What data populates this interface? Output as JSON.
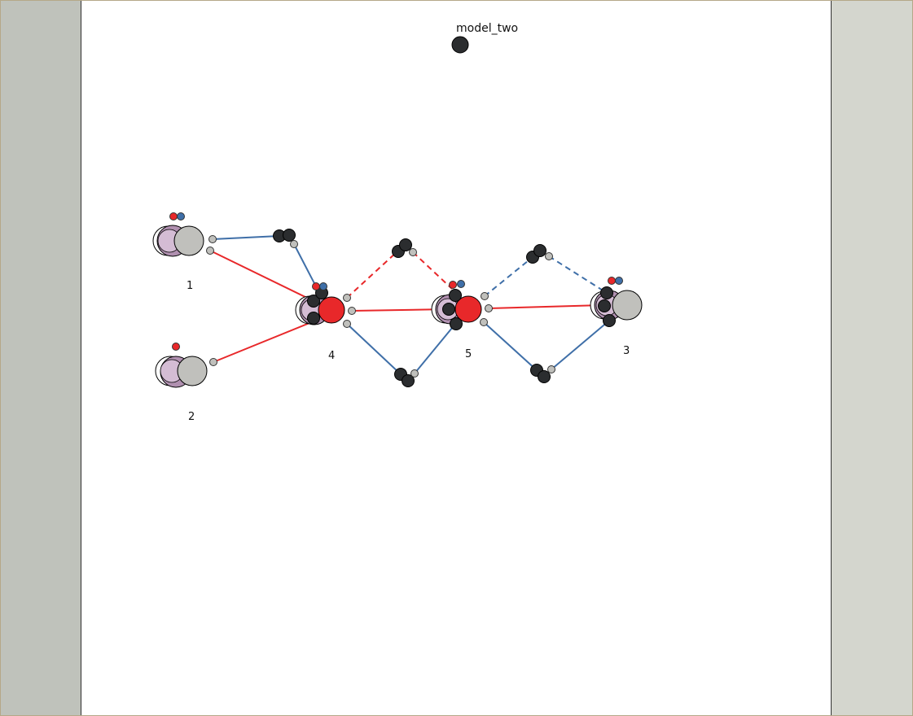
{
  "model": {
    "title": "model_two"
  },
  "nodes": [
    {
      "id": "n1",
      "label": "1"
    },
    {
      "id": "n2",
      "label": "2"
    },
    {
      "id": "n4",
      "label": "4"
    },
    {
      "id": "n5",
      "label": "5"
    },
    {
      "id": "n3",
      "label": "3"
    }
  ],
  "colors": {
    "red": "#e8282a",
    "blue": "#3f6fa8",
    "dark": "#2b2d2f",
    "grey": "#c0c0bc",
    "purple": "#b090b0",
    "lilac": "#d4bcd4"
  }
}
